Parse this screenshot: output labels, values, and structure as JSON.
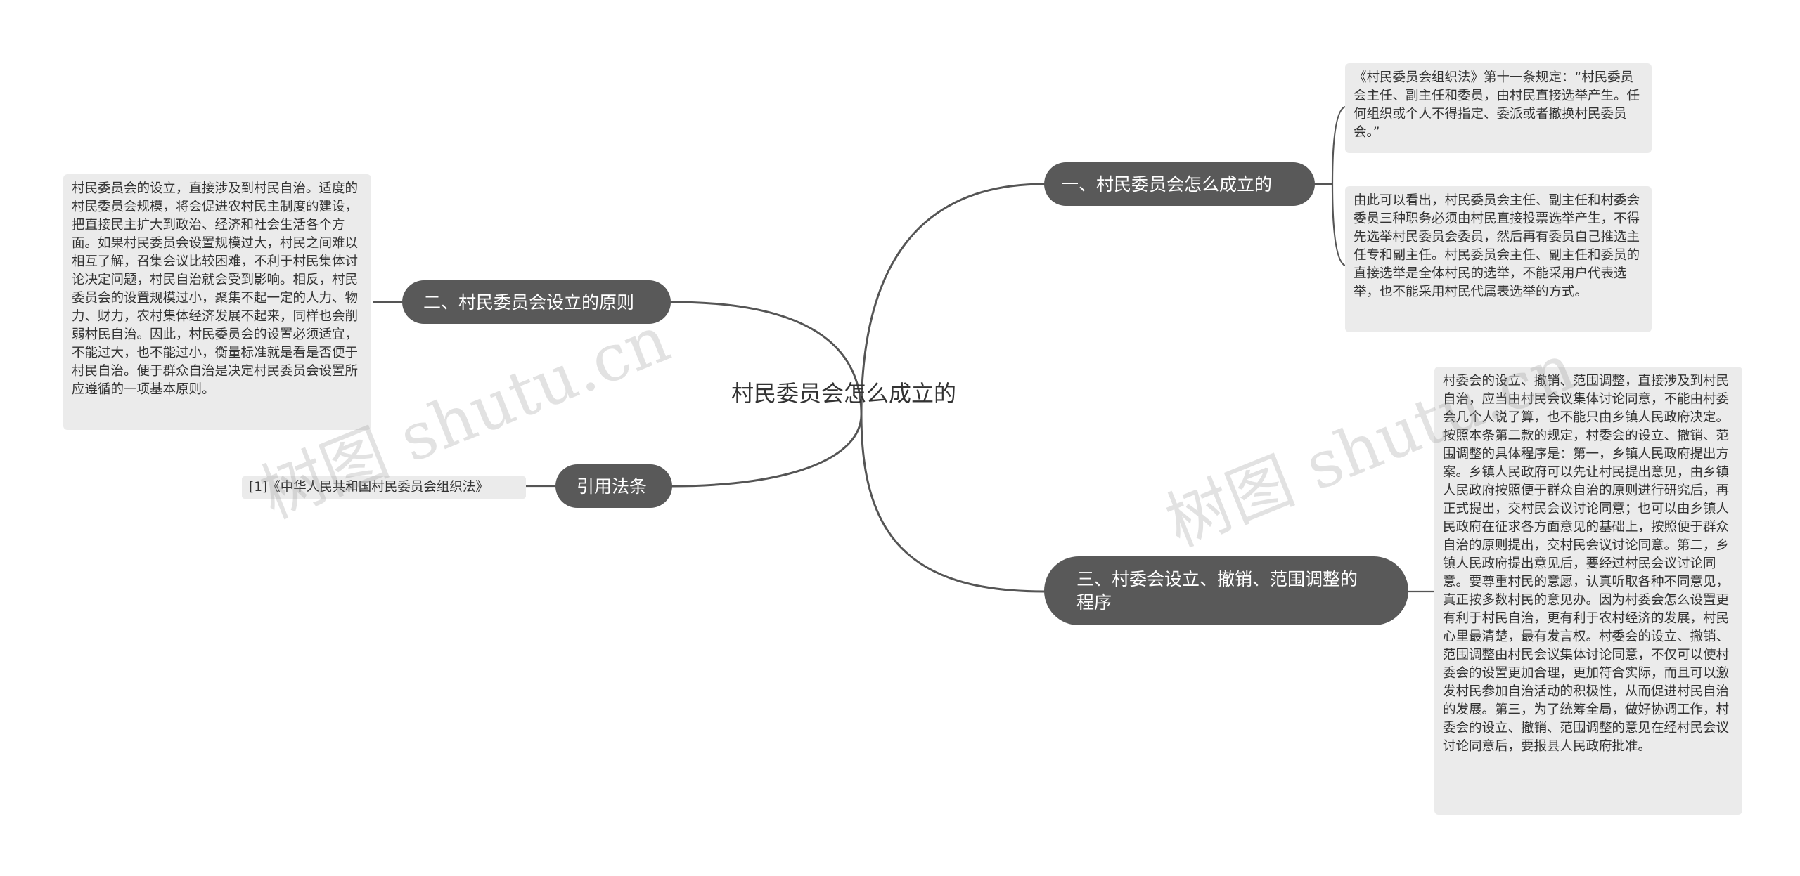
{
  "root": {
    "label": "村民委员会怎么成立的"
  },
  "branches": [
    {
      "label": "一、村民委员会怎么成立的"
    },
    {
      "label": "二、村民委员会设立的原则"
    },
    {
      "label": "引用法条"
    },
    {
      "label": "三、村委会设立、撤销、范围调整的程序"
    }
  ],
  "leaves": {
    "b1_l1": "《村民委员会组织法》第十一条规定：“村民委员会主任、副主任和委员，由村民直接选举产生。任何组织或个人不得指定、委派或者撤换村民委员会。”",
    "b1_l2": "由此可以看出，村民委员会主任、副主任和村委会委员三种职务必须由村民直接投票选举产生，不得先选举村民委员会委员，然后再有委员自己推选主任专和副主任。村民委员会主任、副主任和委员的直接选举是全体村民的选举，不能采用户代表选举，也不能采用村民代属表选举的方式。",
    "b2_l1": "村民委员会的设立，直接涉及到村民自治。适度的村民委员会规模，将会促进农村民主制度的建设，把直接民主扩大到政治、经济和社会生活各个方面。如果村民委员会设置规模过大，村民之间难以相互了解，召集会议比较困难，不利于村民集体讨论决定问题，村民自治就会受到影响。相反，村民委员会的设置规模过小，聚集不起一定的人力、物力、财力，农村集体经济发展不起来，同样也会削弱村民自治。因此，村民委员会的设置必须适宜，不能过大，也不能过小，衡量标准就是看是否便于村民自治。便于群众自治是决定村民委员会设置所应遵循的一项基本原则。",
    "b3_l1": "[1]《中华人民共和国村民委员会组织法》",
    "b4_l1": "村委会的设立、撤销、范围调整，直接涉及到村民自治，应当由村民会议集体讨论同意，不能由村委会几个人说了算，也不能只由乡镇人民政府决定。按照本条第二款的规定，村委会的设立、撤销、范围调整的具体程序是：第一，乡镇人民政府提出方案。乡镇人民政府可以先让村民提出意见，由乡镇人民政府按照便于群众自治的原则进行研究后，再正式提出，交村民会议讨论同意；也可以由乡镇人民政府在征求各方面意见的基础上，按照便于群众自治的原则提出，交村民会议讨论同意。第二，乡镇人民政府提出意见后，要经过村民会议讨论同意。要尊重村民的意愿，认真听取各种不同意见，真正按多数村民的意见办。因为村委会怎么设置更有利于村民自治，更有利于农村经济的发展，村民心里最清楚，最有发言权。村委会的设立、撤销、范围调整由村民会议集体讨论同意，不仅可以使村委会的设置更加合理，更加符合实际，而且可以激发村民参加自治活动的积极性，从而促进村民自治的发展。第三，为了统筹全局，做好协调工作，村委会的设立、撤销、范围调整的意见在经村民会议讨论同意后，要报县人民政府批准。"
  },
  "watermarks": [
    "树图 shutu.cn",
    "树图 shutu.cn"
  ],
  "colors": {
    "branch_bg": "#595959",
    "leaf_bg": "#ebebeb",
    "line": "#555555"
  }
}
